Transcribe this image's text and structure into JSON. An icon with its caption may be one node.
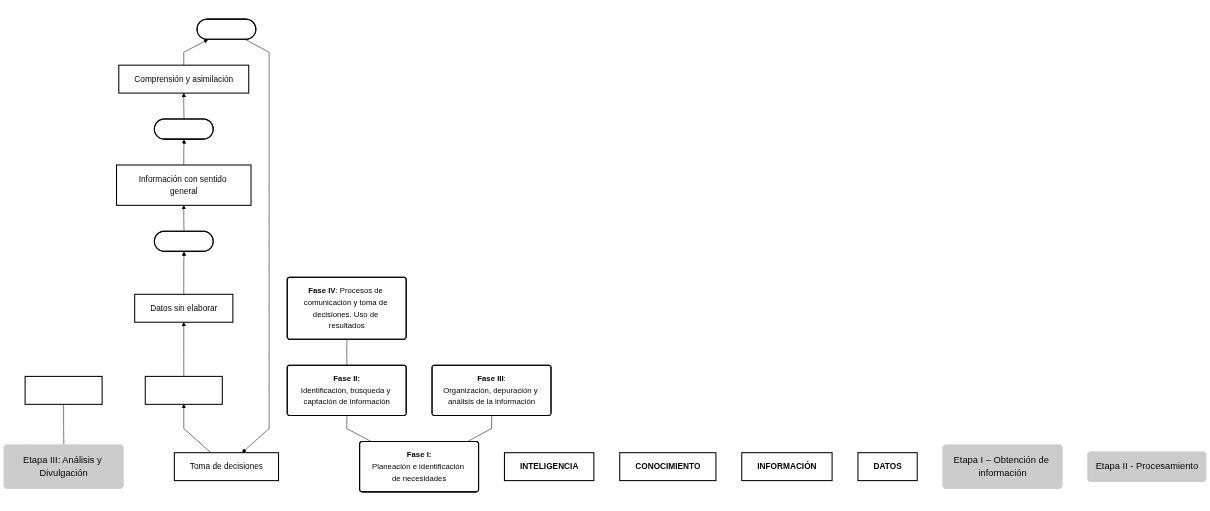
{
  "diagram": {
    "nodes": [
      {
        "text": [
          "Toma de decisiones"
        ]
      },
      {
        "text": [],
        "shape": "ellipse"
      },
      {
        "text": [
          "Comprensión y asimilación"
        ]
      },
      {
        "text": [],
        "shape": "ellipse"
      },
      {
        "text": [
          "Información con sentido general"
        ]
      },
      {
        "text": [],
        "shape": "ellipse"
      },
      {
        "text": [
          "Datos sin elaborar"
        ]
      },
      {
        "text": [],
        "shape": "box"
      },
      {
        "text": [],
        "shape": "box"
      },
      {
        "text": [
          "INTELIGENCIA"
        ]
      },
      {
        "text": [
          "CONOCIMIENTO"
        ]
      },
      {
        "text": [
          "INFORMACIÓN"
        ]
      },
      {
        "text": [
          "DATOS"
        ]
      },
      {
        "text": [
          "Etapa I – Obtención de información"
        ]
      },
      {
        "text": [
          "Etapa II - Procesamiento"
        ]
      },
      {
        "text": [
          "Etapa III: Análisis y Divulgación"
        ]
      },
      {
        "text": [
          "**Fase I:**",
          "Planeación e identificación de necesidades"
        ]
      },
      {
        "text": [
          "**Fase II:**",
          "Identificación, búsqueda y captación de información"
        ]
      },
      {
        "text": [
          "**Fase III**:",
          "Organización, depuración y análisis de la información"
        ]
      },
      {
        "text": [
          "**Fase IV**: Procesos de comunicación y toma de decisiones. Uso de resultados"
        ]
      }
    ],
    "edges": [
      {
        "from": 8,
        "to": 6,
        "arrow": "to"
      },
      {
        "from": 6,
        "to": 5,
        "arrow": "to"
      },
      {
        "from": 5,
        "to": 4,
        "arrow": "to"
      },
      {
        "from": 4,
        "to": 3,
        "arrow": "to"
      },
      {
        "from": 3,
        "to": 2,
        "arrow": "to"
      },
      {
        "from": 2,
        "to": 1,
        "arrow": "to"
      },
      {
        "from": 1,
        "to": 0,
        "arrow": "to"
      },
      {
        "from": 0,
        "to": 8,
        "arrow": "to"
      },
      {
        "from": 15,
        "to": 7,
        "arrow": "none"
      },
      {
        "from": 16,
        "to": 17,
        "arrow": "none"
      },
      {
        "from": 16,
        "to": 18,
        "arrow": "none"
      },
      {
        "from": 17,
        "to": 19,
        "arrow": "none"
      }
    ]
  }
}
